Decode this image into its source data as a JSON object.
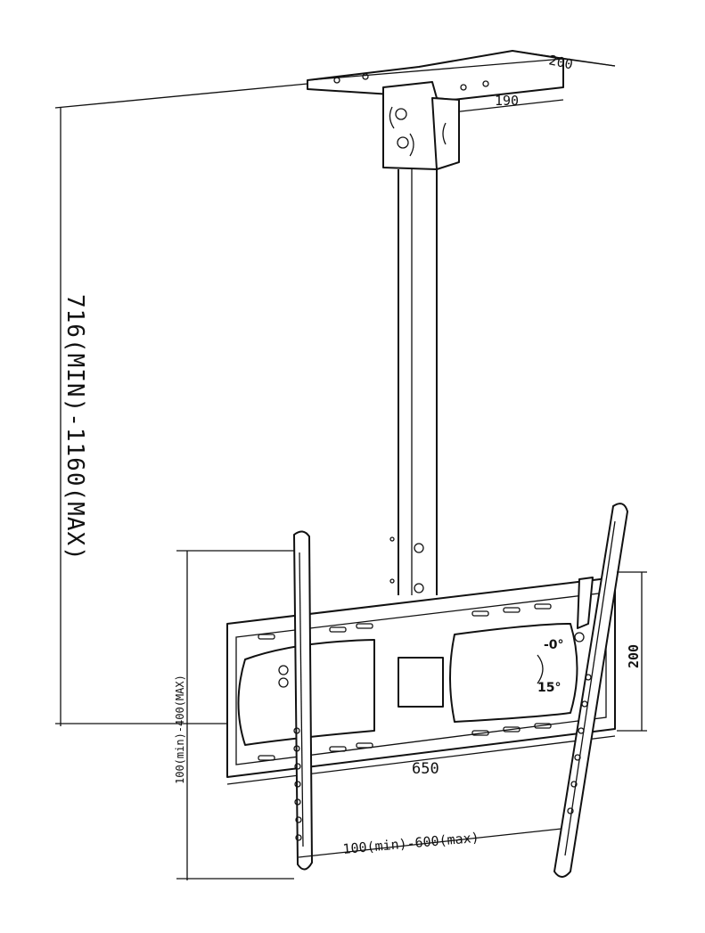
{
  "dimensions": {
    "plate_depth": "200",
    "plate_width": "190",
    "pole_height": "716(MIN)-1160(MAX)",
    "vesa_vertical": "100(min)-400(MAX)",
    "tilt_min": "-0°",
    "tilt_max": "15°",
    "arm_span": "200",
    "wall_plate_width": "650",
    "vesa_horizontal": "100(min)-600(max)"
  },
  "colors": {
    "line": "#111111",
    "background": "#ffffff"
  }
}
